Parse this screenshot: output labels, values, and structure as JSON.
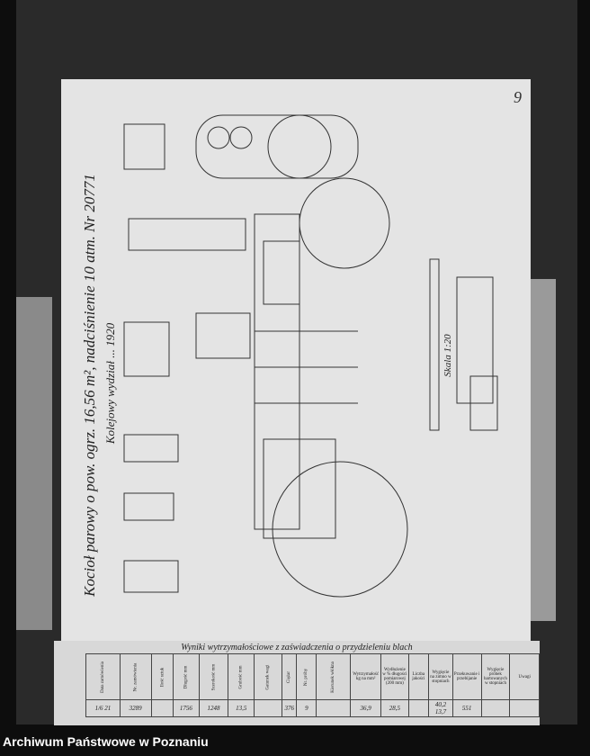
{
  "document": {
    "sheet_number": "9",
    "title": "Kocioł parowy o pow. ogrz. 16,56 m², nadciśnienie 10 atm. Nr 20771",
    "subtitle": "Kolejowy wydział ... 1920",
    "scale_label": "Skala 1:20"
  },
  "table": {
    "caption": "Wyniki wytrzymałościowe z zaświadczenia o przydzieleniu blach",
    "headers": [
      "Data zamówienia",
      "Nr. zamówienia",
      "Ilość sztuk",
      "Długość mm",
      "Szerokość mm",
      "Grubość mm",
      "Gatunek wagi",
      "Ciężar",
      "Nr. próby",
      "Kierunek włókna",
      "Wytrzymałość kg na mm²",
      "Wydłużenie w % długości pomiarowej (200 mm)",
      "Liczba jakości",
      "Wygięcie na zimno w stopniach",
      "Przekuwanie i przebijanie",
      "Wygięcie próbek hartowanych w stopniach",
      "Uwagi"
    ],
    "row": [
      "1/6 21",
      "3289",
      "",
      "1756",
      "1248",
      "13,5",
      "",
      "376",
      "9",
      "",
      "36,9",
      "28,5",
      "",
      "40,2  13,7",
      "551",
      "",
      ""
    ]
  },
  "caption": "Archiwum Państwowe w Poznaniu"
}
